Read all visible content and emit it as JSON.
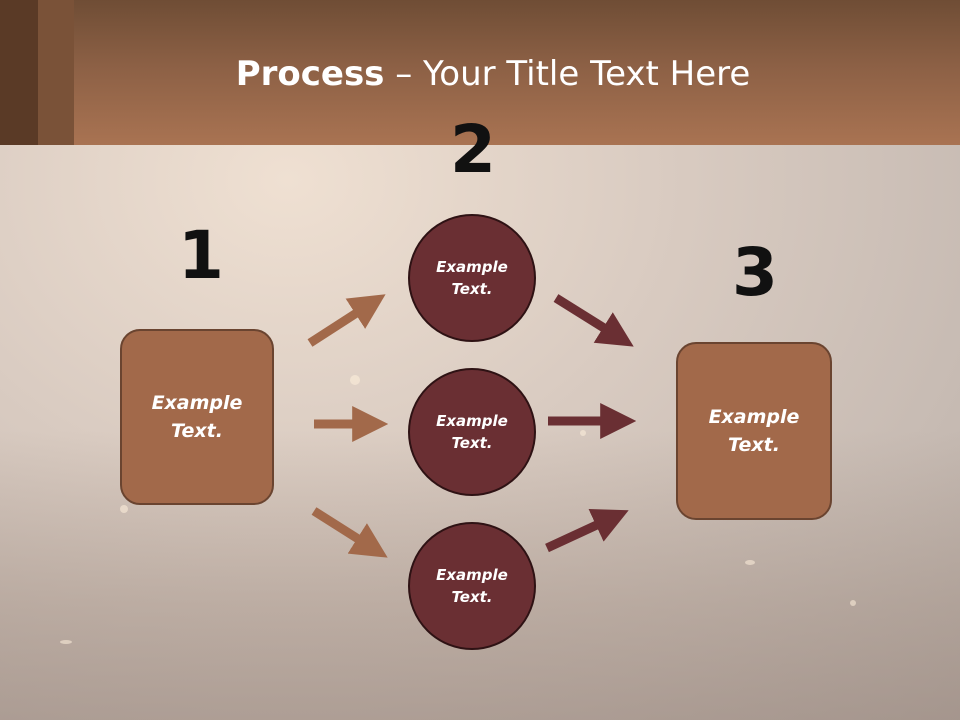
{
  "slide": {
    "title_bold": "Process",
    "title_rest": " – Your Title Text Here"
  },
  "steps": {
    "one": "1",
    "two": "2",
    "three": "3"
  },
  "nodes": {
    "source_box": "Example Text.",
    "circle_top": "Example Text.",
    "circle_middle": "Example Text.",
    "circle_bottom": "Example Text.",
    "target_box": "Example Text."
  },
  "colors": {
    "header": "#a97352",
    "box_fill": "#a2694a",
    "circle_fill": "#6a2f33",
    "arrow_left": "#a2694a",
    "arrow_right": "#6a2f33"
  }
}
